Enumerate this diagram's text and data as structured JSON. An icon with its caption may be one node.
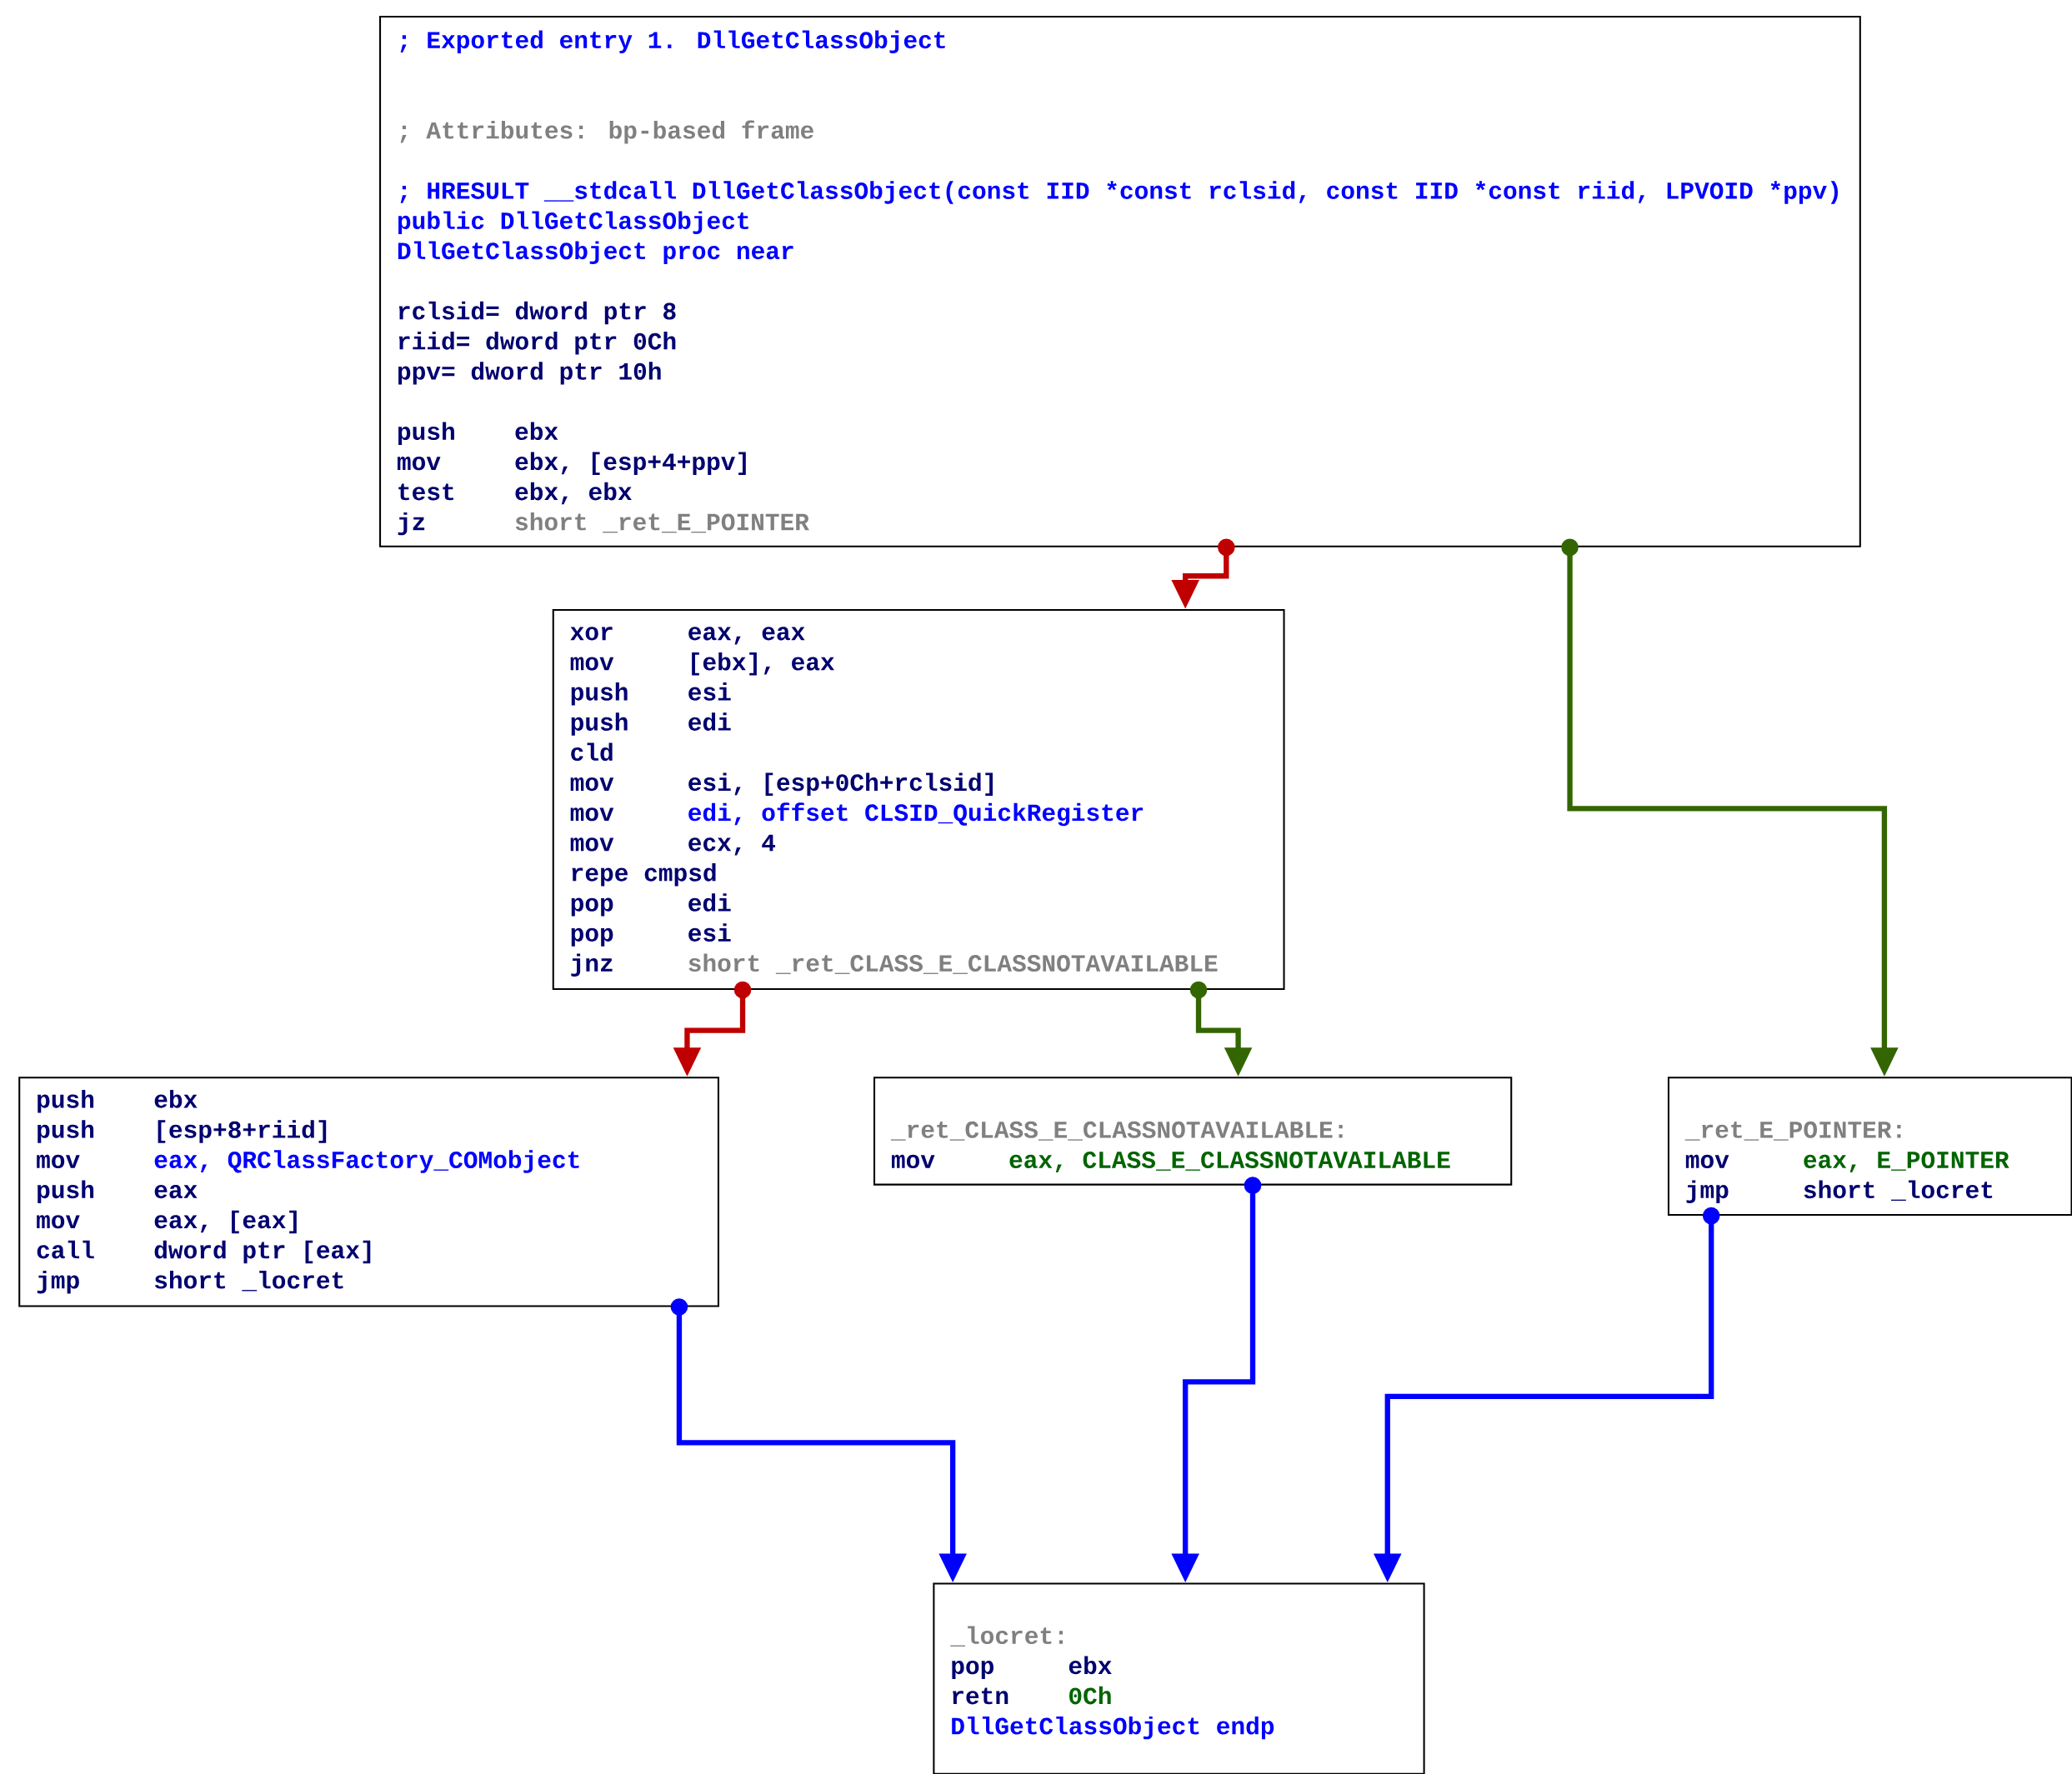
{
  "diagram": {
    "nodes": [
      {
        "text": [
          "; Exported entry 1. DllGetClassObject",
          "; Attributes: bp-based frame",
          "; HRESULT __stdcall DllGetClassObject(const IID *const rclsid, const IID *const riid, LPVOID *ppv)",
          "public DllGetClassObject",
          "DllGetClassObject proc near",
          "rclsid= dword ptr 8",
          "riid= dword ptr 0Ch",
          "ppv= dword ptr 10h",
          "push",
          "ebx",
          "mov",
          "ebx, [esp+4+ppv]",
          "test",
          "ebx, ebx",
          "jz",
          "short _ret_E_POINTER"
        ]
      },
      {
        "text": [
          "xor",
          "eax, eax",
          "mov",
          "[ebx], eax",
          "push",
          "esi",
          "push",
          "edi",
          "cld",
          "mov",
          "esi, [esp+0Ch+rclsid]",
          "mov",
          "edi, offset CLSID_QuickRegister",
          "mov",
          "ecx, 4",
          "repe cmpsd",
          "pop",
          "edi",
          "pop",
          "esi",
          "jnz",
          "short _ret_CLASS_E_CLASSNOTAVAILABLE"
        ]
      },
      {
        "text": [
          "push",
          "ebx",
          "push",
          "[esp+8+riid]",
          "mov",
          "eax, QRClassFactory_COMobject",
          "push",
          "eax",
          "mov",
          "eax, [eax]",
          "call",
          "dword ptr [eax]",
          "jmp",
          "short _locret"
        ]
      },
      {
        "text": [
          "_ret_CLASS_E_CLASSNOTAVAILABLE:",
          "mov",
          "eax, CLASS_E_CLASSNOTAVAILABLE"
        ]
      },
      {
        "text": [
          "_ret_E_POINTER:",
          "mov",
          "eax, E_POINTER",
          "jmp",
          "short _locret"
        ]
      },
      {
        "text": [
          "_locret:",
          "pop",
          "ebx",
          "retn",
          "0Ch",
          "DllGetClassObject endp"
        ]
      }
    ],
    "edges": [
      {
        "from": 0,
        "to": 1,
        "arrow": "to",
        "color": "#c00000"
      },
      {
        "from": 0,
        "to": 4,
        "arrow": "to",
        "color": "#336600"
      },
      {
        "from": 1,
        "to": 2,
        "arrow": "to",
        "color": "#c00000"
      },
      {
        "from": 1,
        "to": 3,
        "arrow": "to",
        "color": "#336600"
      },
      {
        "from": 2,
        "to": 5,
        "arrow": "to",
        "color": "#0000ff"
      },
      {
        "from": 3,
        "to": 5,
        "arrow": "to",
        "color": "#0000ff"
      },
      {
        "from": 4,
        "to": 5,
        "arrow": "to",
        "color": "#0000ff"
      }
    ]
  }
}
